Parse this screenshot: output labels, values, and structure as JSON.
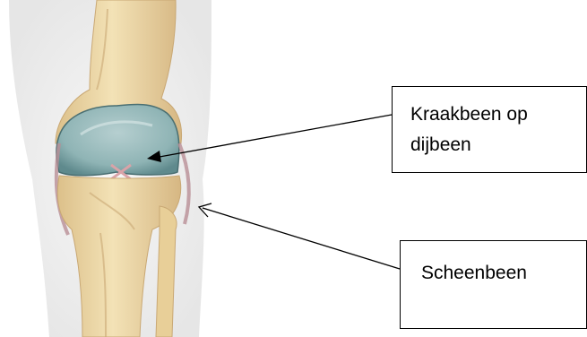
{
  "labels": {
    "cartilage": {
      "line1": "Kraakbeen op",
      "line2": "dijbeen"
    },
    "shin": "Scheenbeen"
  },
  "icons": {
    "illustration": "knee-joint-anatomy-icon",
    "arrow": "arrow-icon"
  },
  "colors": {
    "bone": "#eed9a6",
    "bone_shadow": "#c9a874",
    "cartilage": "#8fb4b5",
    "cartilage_edge": "#4a6f72",
    "skin": "#f1f1f1",
    "ligament": "#c9a3a8",
    "line": "#000000"
  }
}
